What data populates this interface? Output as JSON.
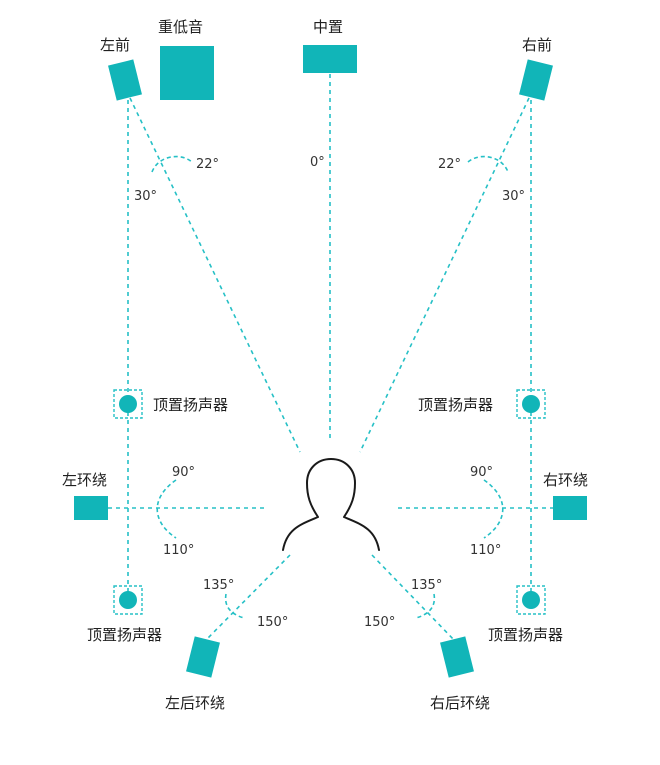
{
  "labels": {
    "front_left": "左前",
    "subwoofer": "重低音",
    "center": "中置",
    "front_right": "右前",
    "top_left_upper": "顶置扬声器",
    "top_right_upper": "顶置扬声器",
    "surround_left": "左环绕",
    "surround_right": "右环绕",
    "top_left_lower": "顶置扬声器",
    "top_right_lower": "顶置扬声器",
    "rear_left": "左后环绕",
    "rear_right": "右后环绕"
  },
  "angles": {
    "center": "0°",
    "left_22": "22°",
    "left_30": "30°",
    "right_22": "22°",
    "right_30": "30°",
    "left_90": "90°",
    "left_110": "110°",
    "right_90": "90°",
    "right_110": "110°",
    "left_135": "135°",
    "left_150": "150°",
    "right_135": "135°",
    "right_150": "150°"
  },
  "colors": {
    "speaker": "#11b5b8",
    "guide": "#26c0c6",
    "text": "#1f1f1f",
    "listener": "#1a1a1a"
  }
}
